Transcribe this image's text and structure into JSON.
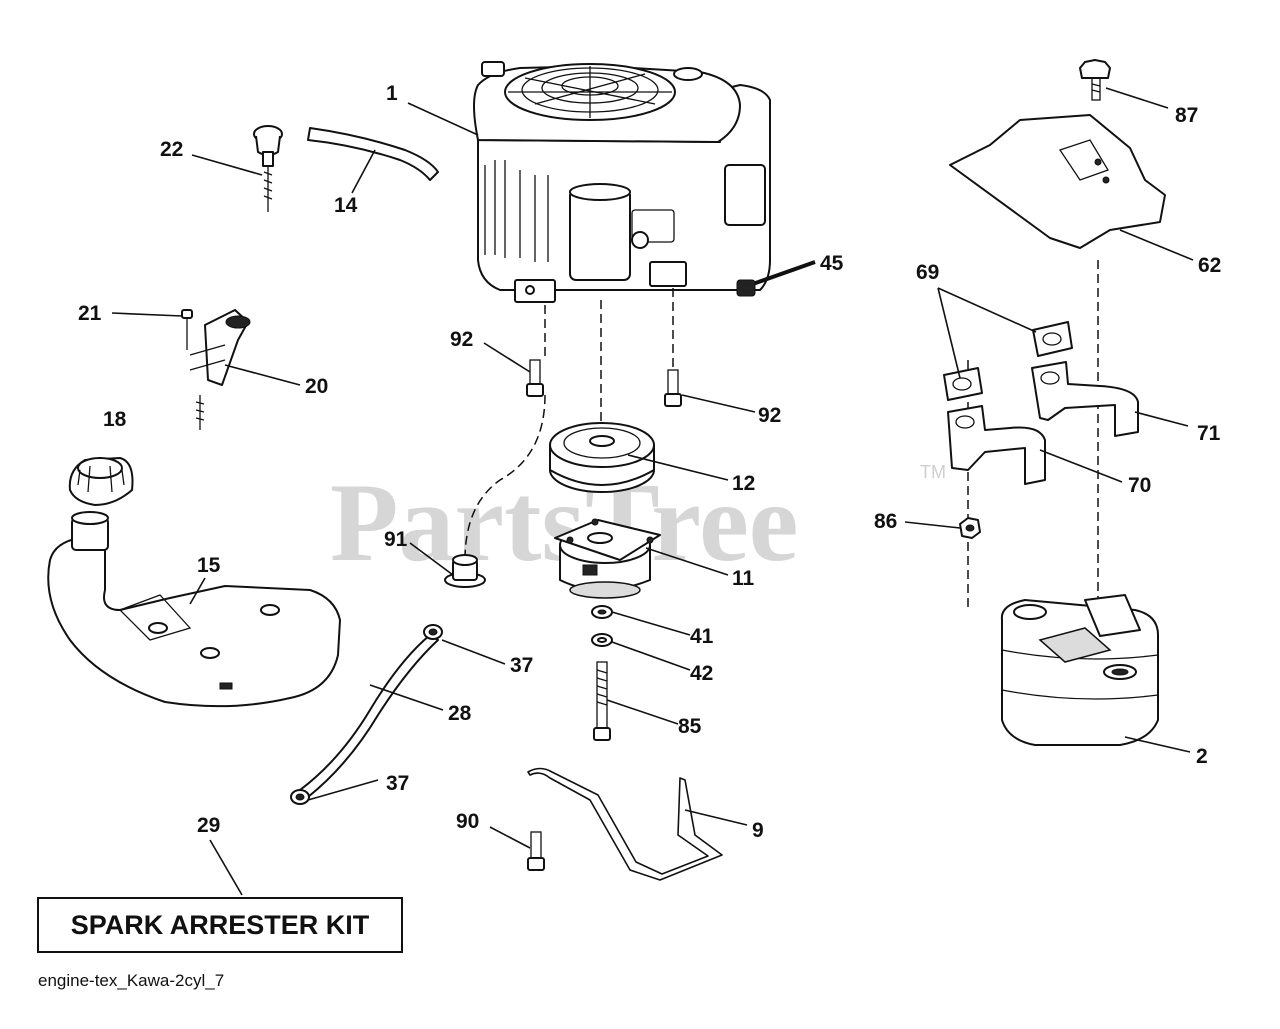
{
  "watermark": {
    "text": "PartsTree",
    "trademark": "TM"
  },
  "kit_label": "SPARK ARRESTER KIT",
  "caption": "engine-tex_Kawa-2cyl_7",
  "callouts": {
    "engine": "1",
    "muffler": "2",
    "choke_cable": "9",
    "pto_clutch": "11",
    "pulley": "12",
    "fuel_hose_upper": "14",
    "fuel_tank": "15",
    "fuel_cap": "18",
    "throttle_control": "20",
    "bolt_21": "21",
    "knob_22": "22",
    "fuel_line": "28",
    "spark_arrester_kit": "29",
    "clamp_upper": "37",
    "clamp_lower": "37",
    "washer_41": "41",
    "washer_42": "42",
    "sensor_45": "45",
    "heat_shield": "62",
    "gasket_69": "69",
    "exhaust_pipe_70": "70",
    "exhaust_pipe_71": "71",
    "bolt_85": "85",
    "nut_86": "86",
    "screw_87": "87",
    "bolt_90": "90",
    "bushing_91": "91",
    "bolt_92_left": "92",
    "bolt_92_right": "92"
  }
}
